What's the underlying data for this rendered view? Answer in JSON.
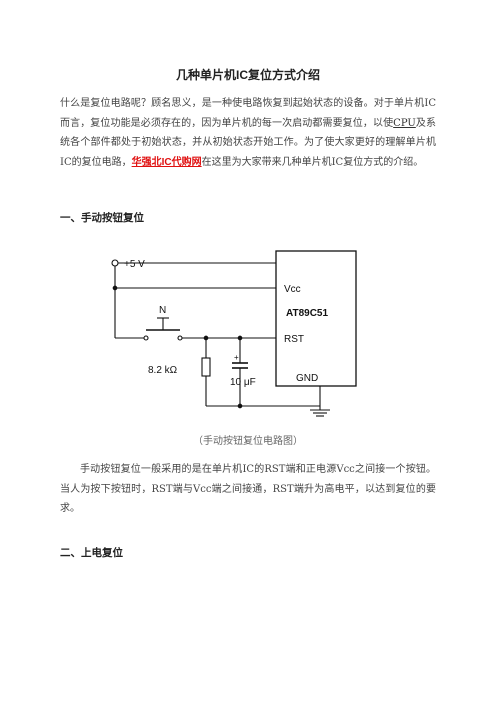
{
  "doc": {
    "title": "几种单片机IC复位方式介绍",
    "intro": {
      "part1": "什么是复位电路呢？顾名思义，是一种使电路恢复到起始状态的设备。对于单片机IC而言，复位功能是必须存在的，因为单片机的每一次启动都需要复位，以使",
      "cpu_link": "CPU",
      "part2": "及系统各个部件都处于初始状态，并从初始状态开始工作。为了使大家更好的理解单片机IC的复位电路，",
      "brand_link": "华强北IC代购网",
      "part3": "在这里为大家带来几种单片机IC复位方式的介绍。"
    },
    "section1_heading": "一、手动按钮复位",
    "figure": {
      "supply_label": "+5 V",
      "switch_label": "N",
      "resistor_label": "8.2 kΩ",
      "capacitor_label": "10 μF",
      "capacitor_polarity": "+",
      "chip_name": "AT89C51",
      "pin_vcc": "Vcc",
      "pin_rst": "RST",
      "pin_gnd": "GND"
    },
    "figure_caption": "（手动按钮复位电路图）",
    "section1_body": "手动按钮复位一般采用的是在单片机IC的RST端和正电源Vcc之间接一个按钮。当人为按下按钮时，RST端与Vcc端之间接通，RST端升为高电平，以达到复位的要求。",
    "section2_heading": "二、上电复位"
  },
  "colors": {
    "brand_link": "#e01010",
    "text": "#444444"
  }
}
